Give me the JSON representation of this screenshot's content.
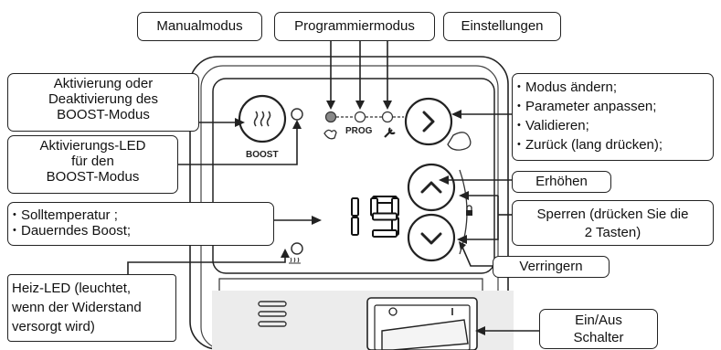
{
  "callouts": {
    "manual": "Manualmodus",
    "prog_mode": "Programmiermodus",
    "settings": "Einstellungen",
    "boost_activation": [
      "Aktivierung oder",
      "Deaktivierung des",
      "BOOST-Modus"
    ],
    "boost_led": [
      "Aktivierungs-LED",
      "für den",
      "BOOST-Modus"
    ],
    "setpoint": [
      "Solltemperatur ;",
      "Dauerndes Boost;"
    ],
    "heat_led": [
      "Heiz-LED (leuchtet,",
      "wenn der Widerstand",
      "versorgt wird)"
    ],
    "mode_button": [
      "Modus ändern;",
      "Parameter anpassen;",
      "Validieren;",
      "Zurück (lang drücken);"
    ],
    "increase": "Erhöhen",
    "lock": [
      "Sperren (drücken Sie die",
      "2 Tasten)"
    ],
    "decrease": "Verringern",
    "power_switch": [
      "Ein/Aus",
      "Schalter"
    ]
  },
  "device": {
    "display_value": "19",
    "boost_label": "BOOST",
    "prog_label": "PROG"
  }
}
